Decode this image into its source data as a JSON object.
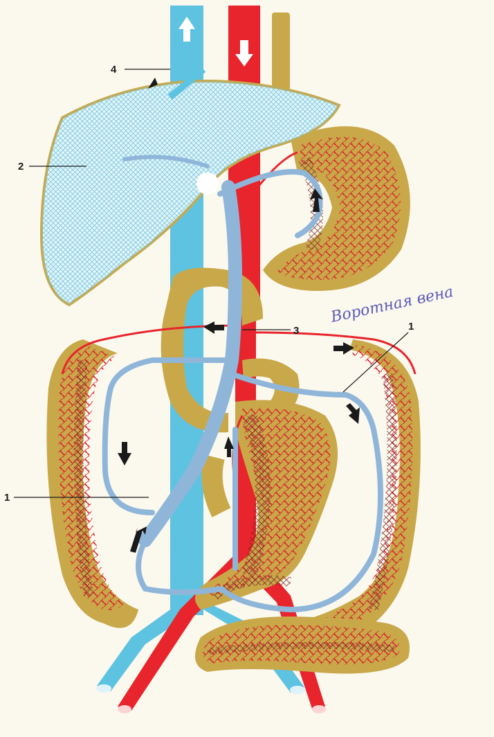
{
  "labels": {
    "l1_left": "1",
    "l1_right": "1",
    "l2": "2",
    "l3": "3",
    "l4": "4"
  },
  "handwriting": "Воротная вена",
  "colors": {
    "vein": "#5ec3e0",
    "portal": "#8fb6d9",
    "artery": "#e8242c",
    "arteryDark": "#8a2a2a",
    "intestine": "#c9a84a",
    "paper": "#fbf8ee",
    "liverLine": "#6fc7df",
    "capillary": "#d8232b"
  }
}
